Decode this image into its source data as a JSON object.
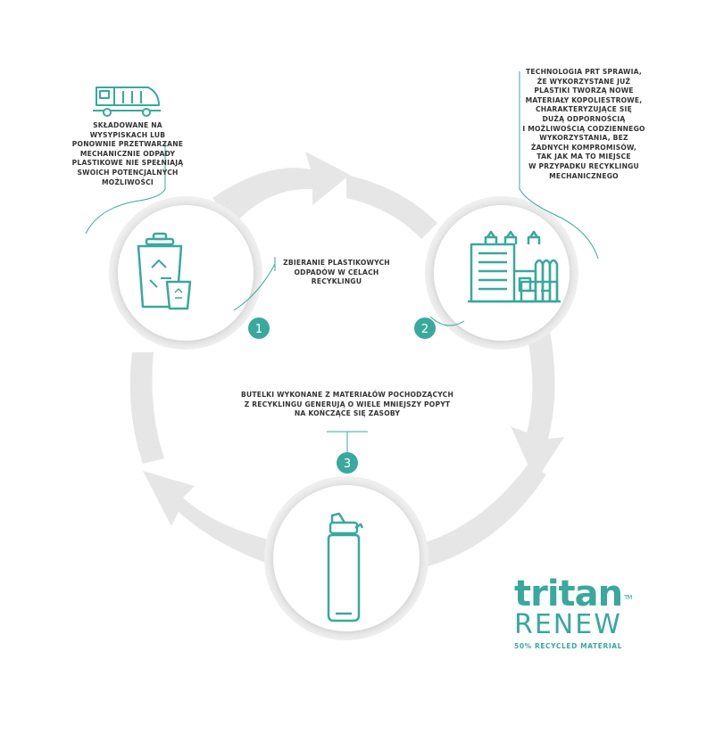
{
  "notes": {
    "top_left": "SKŁADOWANE NA\nWYSYPISKACH LUB\nPONOWNIE PRZETWARZANE\nMECHANICZNIE ODPADY\nPLASTIKOWE NIE SPEŁNIAJĄ\nSWOICH POTENCJALNYCH\nMOŻLIWOŚCI",
    "top_right": "TECHNOLOGIA PRT SPRAWIA,\nŻE WYKORZYSTANE JUŻ\nPLASTIKI TWORZĄ NOWE\nMATERIAŁY KOPOLIESTROWE,\nCHARAKTERYZUJĄCE SIĘ\nDUŻĄ ODPORNOŚCIĄ\nI MOŻLIWOŚCIĄ CODZIENNEGO\nWYKORZYSTANIA, BEZ\nŻADNYCH KOMPROMISÓW,\nTAK JAK MA TO MIEJSCE\nW PRZYPADKU RECYKLINGU\nMECHANICZNEGO",
    "step1": "ZBIERANIE PLASTIKOWYCH\nODPADÓW W CELACH\nRECYKLINGU",
    "step3": "BUTELKI WYKONANE Z MATERIAŁÓW POCHODZĄCYCH\nZ RECYKLINGU GENERUJĄ O WIELE MNIEJSZY POPYT\nNA KOŃCZĄCE SIĘ ZASOBY"
  },
  "badges": {
    "b1": "1",
    "b2": "2",
    "b3": "3"
  },
  "brand": {
    "name": "tritan",
    "trademark": "TM",
    "renew": "RENEW",
    "tagline": "50% RECYCLED MATERIAL"
  },
  "icons": [
    "garbage-truck-icon",
    "recycling-bins-icon",
    "factory-icon",
    "water-bottle-icon"
  ],
  "colors": {
    "accent": "#3aa89c",
    "arrow": "#e6e6e6",
    "text": "#333333"
  }
}
